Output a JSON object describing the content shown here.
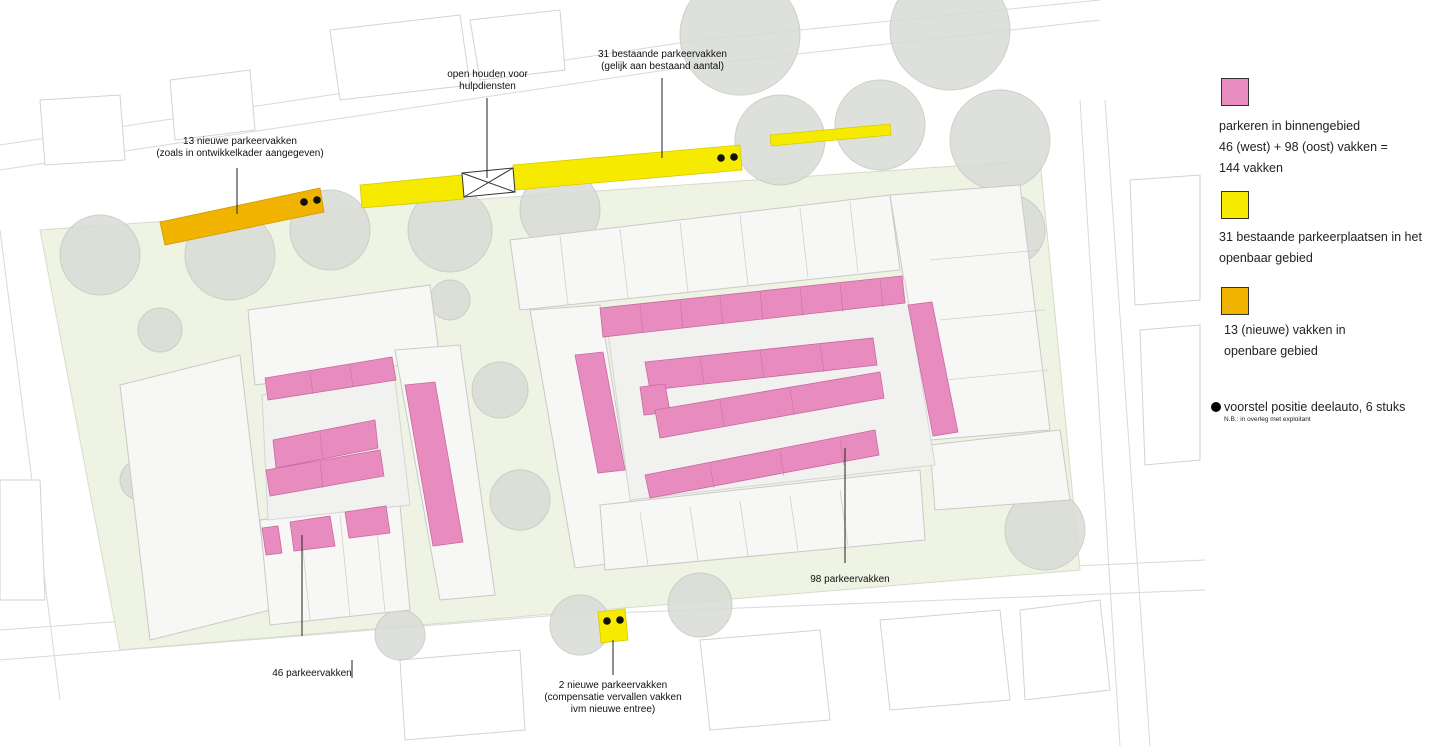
{
  "colors": {
    "pink": "#e88cbf",
    "yellow": "#f5ea00",
    "orange": "#f0b400",
    "dot": "#111111",
    "tree": "#d7dad3",
    "green_area": "#eef3e4",
    "building": "#f4f4f2",
    "building_line": "#c9c9c7",
    "street_line": "#cfcfcf"
  },
  "annotations": {
    "new13": {
      "line1": "13 nieuwe parkeervakken",
      "line2": "(zoals in ontwikkelkader aangegeven)"
    },
    "emergency": {
      "line1": "open houden voor",
      "line2": "hulpdiensten"
    },
    "existing31": {
      "line1": "31 bestaande parkeervakken",
      "line2": "(gelijk aan bestaand aantal)"
    },
    "west46": {
      "line1": "46 parkeervakken"
    },
    "east98": {
      "line1": "98 parkeervakken"
    },
    "new2": {
      "line1": "2 nieuwe parkeervakken",
      "line2": "(compensatie vervallen vakken",
      "line3": "ivm nieuwe entree)"
    }
  },
  "legend": {
    "pink": {
      "line1": "parkeren in binnengebied",
      "line2": "46 (west) + 98 (oost) vakken =",
      "line3": "144 vakken"
    },
    "yellow": {
      "line1": "31 bestaande parkeerplaatsen in het",
      "line2": "openbaar gebied"
    },
    "orange": {
      "line1": "13 (nieuwe) vakken in",
      "line2": "openbare gebied"
    },
    "dot": {
      "line1": "voorstel positie deelauto, 6 stuks",
      "note": "N.B.: in overleg met exploitant"
    }
  }
}
